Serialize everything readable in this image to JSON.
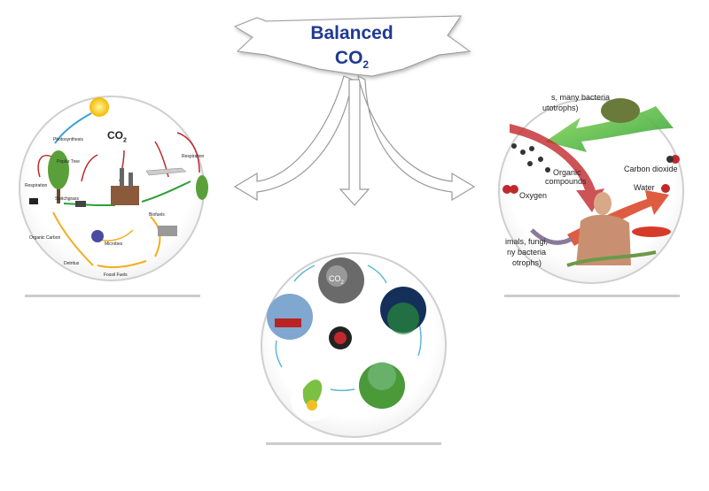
{
  "banner": {
    "title_line1": "Balanced",
    "title_line2": "CO",
    "title_line2_sub": "2"
  },
  "left_circle": {
    "co2_label": "CO",
    "co2_sub": "2",
    "labels": {
      "photosynthesis": "Photosynthesis",
      "poplar_tree": "Poplar Tree",
      "respiration_left": "Respiration",
      "respiration_right": "Respiration",
      "switchgrass": "Switchgrass",
      "biofuels": "Biofuels",
      "organic_carbon": "Organic Carbon",
      "microbes": "Microbes",
      "detritus": "Detritus",
      "fossil_fuels": "Fossil Fuels"
    }
  },
  "center_circle": {
    "co2_label": "CO",
    "co2_sub": "2"
  },
  "right_circle": {
    "labels": {
      "bacteria_top": "s, many bacteria",
      "autotrophs": "utotrophs)",
      "organic_compounds_1": "Organic",
      "organic_compounds_2": "compounds",
      "carbon_dioxide": "Carbon dioxide",
      "oxygen": "Oxygen",
      "water": "Water",
      "animals": "imals, fungi,",
      "bacteria_bottom": "ny bacteria",
      "heterotrophs": "otrophs)"
    }
  },
  "colors": {
    "banner_text": "#1f3a93",
    "red_arrow": "#c0282d",
    "green_arrow": "#2f9e3a",
    "blue_arrow": "#3aa0d8",
    "yellow_arrow": "#f0b020",
    "cycle_arrow": "#5bb8d8"
  }
}
